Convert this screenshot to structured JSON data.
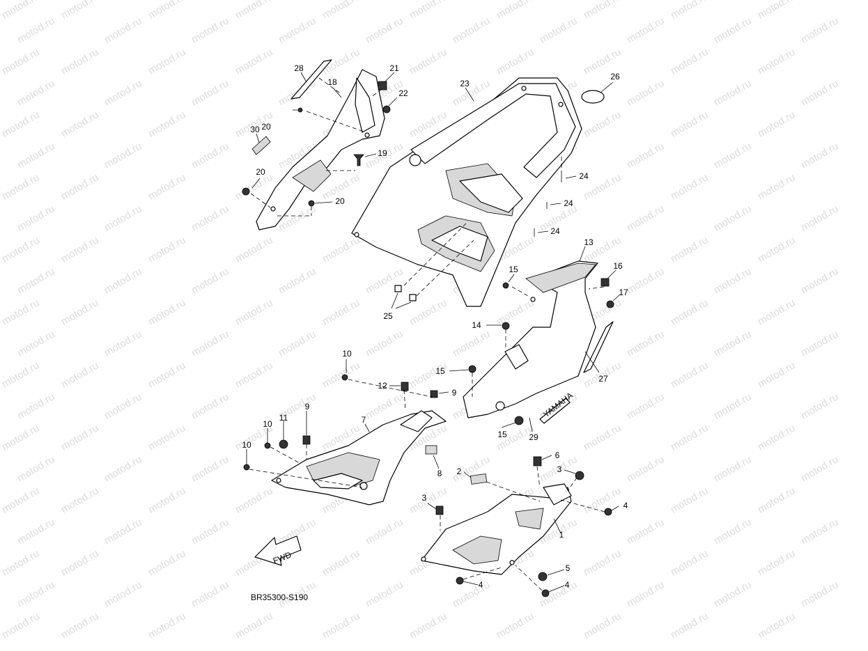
{
  "watermark": "motod.ru",
  "diagram_code": "BR35300-S190",
  "fwd_label": "FWD",
  "brand_label": "YAMAHA",
  "callouts": [
    "1",
    "2",
    "3",
    "3",
    "4",
    "4",
    "4",
    "5",
    "6",
    "7",
    "8",
    "9",
    "9",
    "10",
    "10",
    "10",
    "11",
    "12",
    "13",
    "14",
    "15",
    "15",
    "15",
    "16",
    "17",
    "18",
    "19",
    "20",
    "20",
    "20",
    "21",
    "22",
    "23",
    "24",
    "24",
    "24",
    "25",
    "26",
    "27",
    "28",
    "29",
    "30"
  ],
  "colors": {
    "line": "#000000",
    "watermark": "#dcdcdc",
    "background": "#ffffff"
  }
}
